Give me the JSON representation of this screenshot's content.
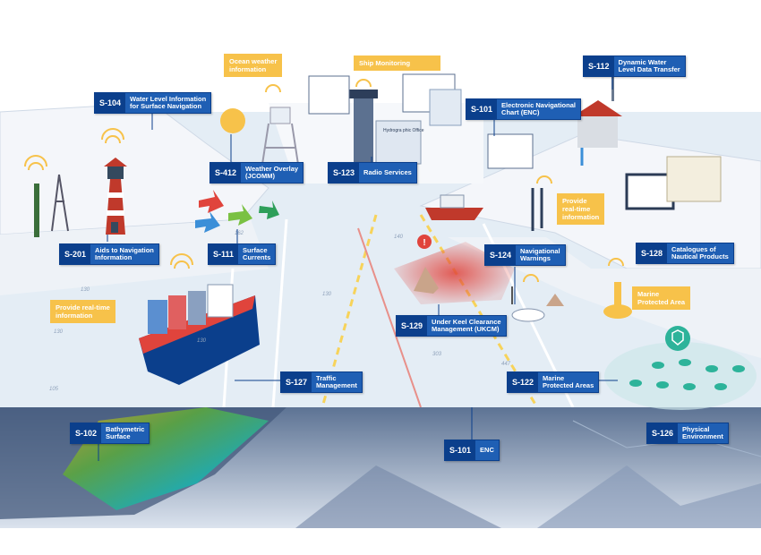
{
  "labels": {
    "s104": {
      "code": "S-104",
      "text": "Water Level Information\nfor Surface Navigation"
    },
    "s412": {
      "code": "S-412",
      "text": "Weather Overlay\n(JCOMM)"
    },
    "s123": {
      "code": "S-123",
      "text": "Radio     Services"
    },
    "s101_top": {
      "code": "S-101",
      "text": "Electronic Navigational\nChart (ENC)"
    },
    "s112": {
      "code": "S-112",
      "text": "Dynamic Water\nLevel Data Transfer"
    },
    "s201": {
      "code": "S-201",
      "text": "Aids to Navigation\nInformation"
    },
    "s111": {
      "code": "S-111",
      "text": "Surface\nCurrents"
    },
    "s124": {
      "code": "S-124",
      "text": "Navigational\nWarnings"
    },
    "s128": {
      "code": "S-128",
      "text": "Catalogues of\nNautical Products"
    },
    "s129": {
      "code": "S-129",
      "text": "Under Keel Clearance\nManagement (UKCM)"
    },
    "s127": {
      "code": "S-127",
      "text": "Traffic\nManagement"
    },
    "s122": {
      "code": "S-122",
      "text": "Marine\nProtected Areas"
    },
    "s102": {
      "code": "S-102",
      "text": "Bathymetric\nSurface"
    },
    "s101_bottom": {
      "code": "S-101",
      "text": "ENC"
    },
    "s126": {
      "code": "S-126",
      "text": "Physical\nEnvironment"
    }
  },
  "notes": {
    "ocean_weather": "Ocean weather\ninformation",
    "ship_monitoring": "Ship      Monitoring",
    "provide_rt_right": "Provide\nreal-time\ninformation",
    "provide_rt_left": "Provide real-time\ninformation",
    "marine_protected": "Marine\nProtected Area"
  },
  "icons": {
    "hydrographic_office_sign": "Hydrogra   phic Office",
    "depth_labels": [
      "162",
      "140",
      "130",
      "130",
      "130",
      "130",
      "447",
      "303",
      "105"
    ]
  },
  "colors": {
    "label_dark": "#0b3f8c",
    "label_light": "#1f5fb4",
    "note_yellow": "#f7c24a",
    "sea": "#dde8f2",
    "land": "#f2f5f9",
    "underwater": "#3a4e6e"
  }
}
